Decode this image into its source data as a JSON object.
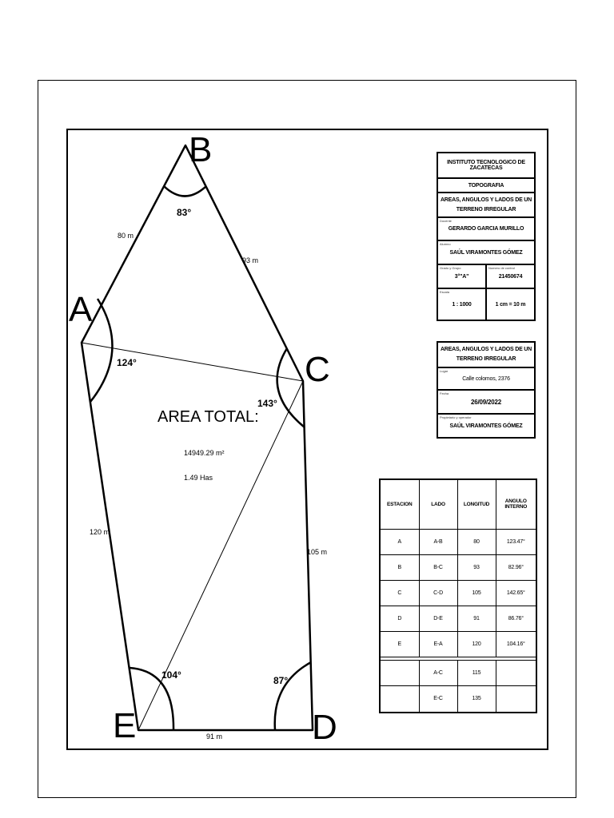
{
  "diagram": {
    "vertices": [
      {
        "id": "A",
        "label": "A"
      },
      {
        "id": "B",
        "label": "B"
      },
      {
        "id": "C",
        "label": "C"
      },
      {
        "id": "D",
        "label": "D"
      },
      {
        "id": "E",
        "label": "E"
      }
    ],
    "angles": {
      "A": "124°",
      "B": "83°",
      "C": "143°",
      "D": "87°",
      "E": "104°"
    },
    "sides": {
      "AB": "80 m",
      "BC": "93 m",
      "CD": "105 m",
      "DE": "91 m",
      "EA": "120 m"
    },
    "area_title": "AREA TOTAL:",
    "area_m2": "14949.29 m²",
    "area_has": "1.49 Has"
  },
  "title_block": {
    "institute": "INSTITUTO TECNOLOGICO DE ZACATECAS",
    "subject": "TOPOGRAFIA",
    "project_line1": "AREAS, ANGULOS Y LADOS DE UN",
    "project_line2": "TERRENO IRREGULAR",
    "teacher_caption": "Docente",
    "teacher": "GERARDO GARCIA MURILLO",
    "student_caption": "Alumno",
    "student": "SAÚL VIRAMONTES GÓMEZ",
    "group_caption": "Grado y Grupo",
    "group": "3°\"A\"",
    "control_caption": "Numero de control",
    "control": "21450674",
    "scale_caption": "Escala",
    "scale": "1 : 1000",
    "scale_equiv": "1 cm = 10 m"
  },
  "info_block": {
    "project_line1": "AREAS, ANGULOS Y LADOS DE UN",
    "project_line2": "TERRENO IRREGULAR",
    "place_caption": "Lugar",
    "place": "Calle colomos, 2376",
    "date_caption": "Fecha",
    "date": "26/09/2022",
    "owner_caption": "Propietario y operador",
    "owner": "SAÚL VIRAMONTES GÓMEZ"
  },
  "table": {
    "headers": [
      "ESTACION",
      "LADO",
      "LONGITUD",
      "ANGULO INTERNO"
    ],
    "rows": [
      [
        "A",
        "A-B",
        "80",
        "123.47°"
      ],
      [
        "B",
        "B-C",
        "93",
        "82.96°"
      ],
      [
        "C",
        "C-D",
        "105",
        "142.65°"
      ],
      [
        "D",
        "D-E",
        "91",
        "86.76°"
      ],
      [
        "E",
        "E-A",
        "120",
        "104.16°"
      ]
    ],
    "diagonals": [
      [
        "",
        "A-C",
        "115",
        ""
      ],
      [
        "",
        "E-C",
        "135",
        ""
      ]
    ]
  }
}
